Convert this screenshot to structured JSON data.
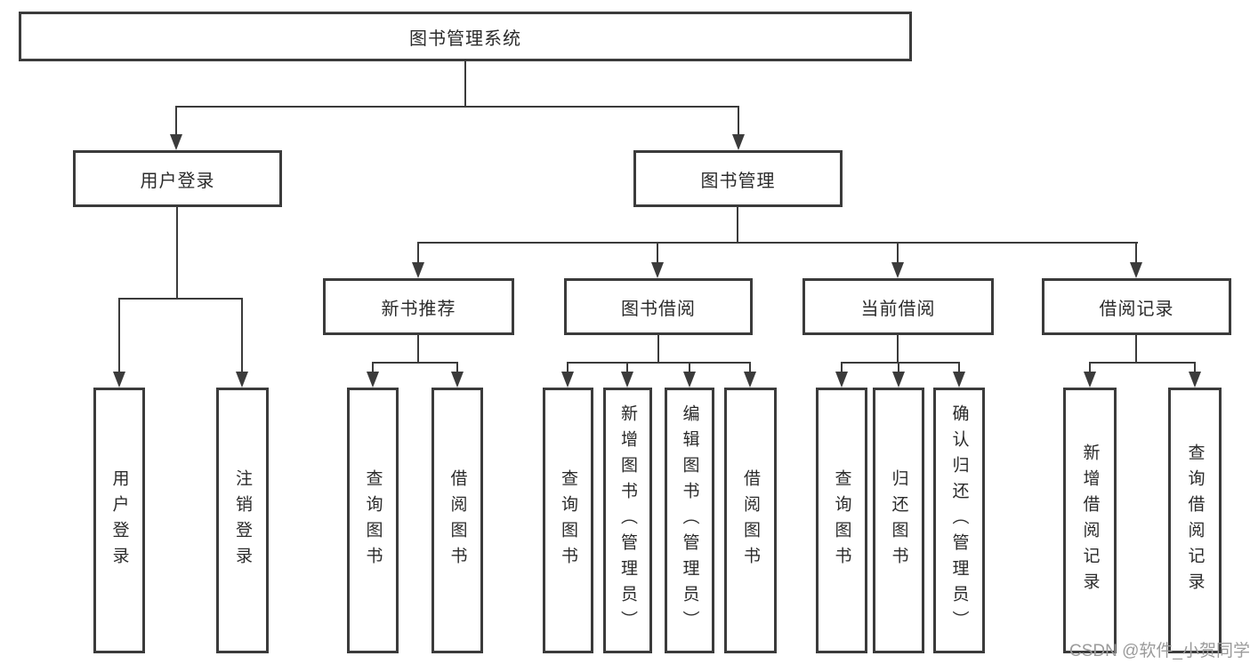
{
  "tree": {
    "root": {
      "label": "图书管理系统"
    },
    "level2": [
      {
        "label": "用户登录"
      },
      {
        "label": "图书管理"
      }
    ],
    "level3": [
      {
        "label": "新书推荐"
      },
      {
        "label": "图书借阅"
      },
      {
        "label": "当前借阅"
      },
      {
        "label": "借阅记录"
      }
    ],
    "leaves": {
      "user_login": [
        "用户登录",
        "注销登录"
      ],
      "new_book_recommendation": [
        "查询图书",
        "借阅图书"
      ],
      "book_borrowing": [
        "查询图书",
        "新增图书（管理员）",
        "编辑图书（管理员）",
        "借阅图书"
      ],
      "current_borrowing": [
        "查询图书",
        "归还图书",
        "确认归还（管理员）"
      ],
      "borrowing_records": [
        "新增借阅记录",
        "查询借阅记录"
      ]
    }
  },
  "watermark": {
    "text": "CSDN @软件_小贺同学"
  },
  "colors": {
    "line": "#3b3b3b",
    "box_border": "#3b3b3b",
    "box_fill": "#ffffff",
    "text": "#2b2b2b",
    "background": "#ffffff",
    "watermark_text": "#9b9b9b"
  }
}
